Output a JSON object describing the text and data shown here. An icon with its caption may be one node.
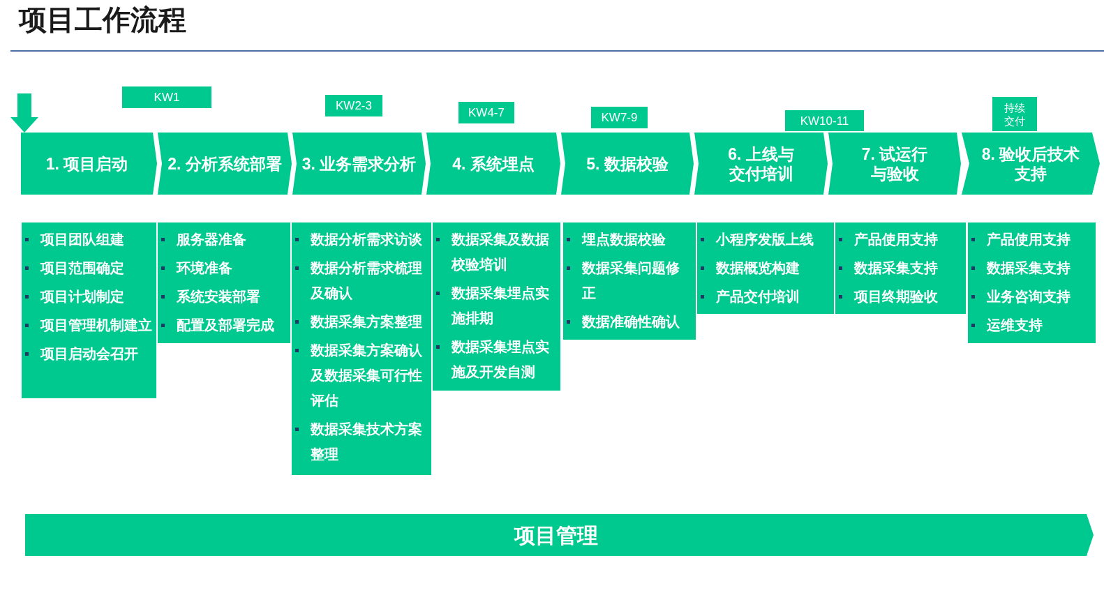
{
  "diagram": {
    "title": "项目工作流程",
    "nodes": [
      {
        "text": [
          "KW1"
        ]
      },
      {
        "text": [
          "KW2-3"
        ]
      },
      {
        "text": [
          "KW4-7"
        ]
      },
      {
        "text": [
          "KW7-9"
        ]
      },
      {
        "text": [
          "KW10-11"
        ]
      },
      {
        "text": [
          "持续交付"
        ]
      },
      {
        "text": [
          "1. 项目启动"
        ]
      },
      {
        "text": [
          "2. 分析系统部署"
        ]
      },
      {
        "text": [
          "3. 业务需求分析"
        ]
      },
      {
        "text": [
          "4. 系统埋点"
        ]
      },
      {
        "text": [
          "5. 数据校验"
        ]
      },
      {
        "text": [
          "6. 上线与交付培训"
        ]
      },
      {
        "text": [
          "7. 试运行与验收"
        ]
      },
      {
        "text": [
          "8. 验收后技术支持"
        ]
      },
      {
        "text": [
          "项目团队组建",
          "项目范围确定",
          "项目计划制定",
          "项目管理机制建立",
          "项目启动会召开"
        ]
      },
      {
        "text": [
          "服务器准备",
          "环境准备",
          "系统安装部署",
          "配置及部署完成"
        ]
      },
      {
        "text": [
          "数据分析需求访谈",
          "数据分析需求梳理及确认",
          "数据采集方案整理",
          "数据采集方案确认及数据采集可行性评估",
          "数据采集技术方案整理"
        ]
      },
      {
        "text": [
          "数据采集及数据校验培训",
          "数据采集埋点实施排期",
          "数据采集埋点实施及开发自测"
        ]
      },
      {
        "text": [
          "埋点数据校验",
          "数据采集问题修正",
          "数据准确性确认"
        ]
      },
      {
        "text": [
          "小程序发版上线",
          "数据概览构建",
          "产品交付培训"
        ]
      },
      {
        "text": [
          "产品使用支持",
          "数据采集支持",
          "项目终期验收"
        ]
      },
      {
        "text": [
          "产品使用支持",
          "数据采集支持",
          "业务咨询支持",
          "运维支持"
        ]
      },
      {
        "text": [
          "项目管理"
        ]
      }
    ],
    "edges": [
      {
        "from": null,
        "to": 6,
        "arrow": "to"
      }
    ]
  }
}
